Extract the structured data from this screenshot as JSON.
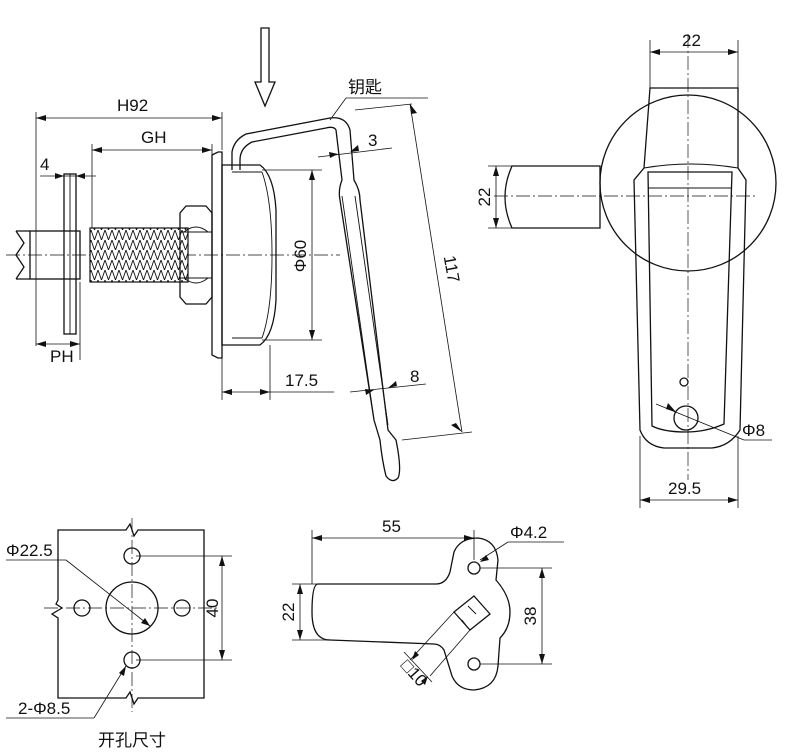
{
  "side_view": {
    "dim_overall": "H92",
    "dim_grip": "GH",
    "dim_4": "4",
    "dim_ph": "PH",
    "dim_flange_dia": "Φ60",
    "dim_17_5": "17.5",
    "dim_3": "3",
    "dim_117": "117",
    "dim_8": "8",
    "key_label": "钥匙"
  },
  "front_view": {
    "dim_top_width": "22",
    "dim_side_22": "22",
    "dim_hole": "Φ8",
    "dim_bottom_width": "29.5"
  },
  "cutout": {
    "dim_center_dia": "Φ22.5",
    "dim_40": "40",
    "dim_holes": "2-Φ8.5",
    "caption": "开孔尺寸"
  },
  "cam": {
    "dim_55": "55",
    "dim_22": "22",
    "dim_hole": "Φ4.2",
    "dim_38": "38",
    "dim_square": "□10"
  }
}
